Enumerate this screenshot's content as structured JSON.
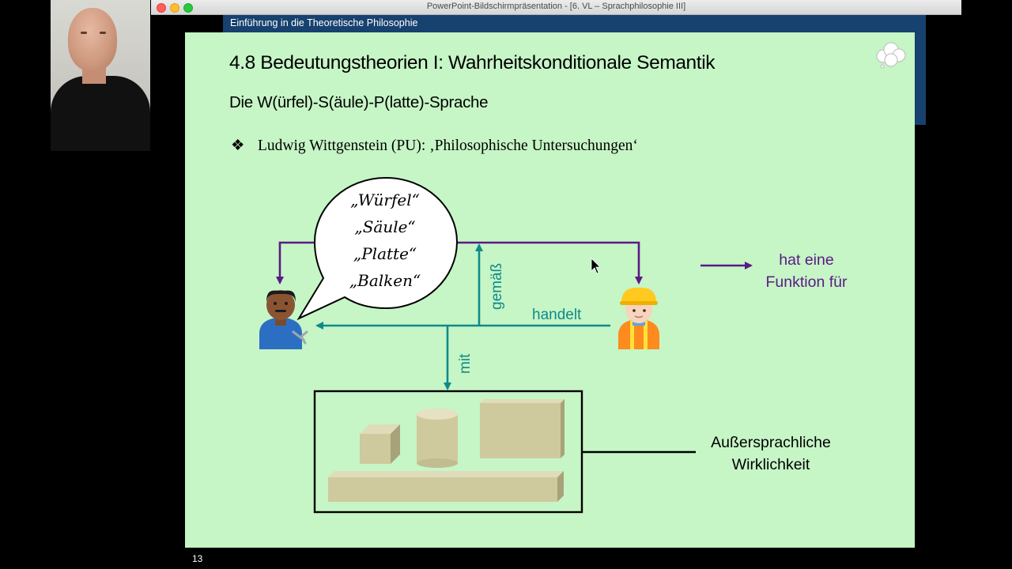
{
  "window": {
    "title": "PowerPoint-Bildschirmpräsentation - [6. VL – Sprachphilosophie III]"
  },
  "slide": {
    "header": "Einführung in die Theoretische Philosophie",
    "title": "4.8 Bedeutungstheorien I: Wahrheitskonditionale Semantik",
    "subtitle": "Die W(ürfel)-S(äule)-P(latte)-Sprache",
    "bullet_mark": "❖",
    "bullet": "Ludwig Wittgenstein (PU): ‚Philosophische Untersuchungen‘",
    "bubble_words": [
      "„Würfel“",
      "„Säule“",
      "„Platte“",
      "„Balken“"
    ],
    "labels": {
      "gemaess": "gemäß",
      "handelt": "handelt",
      "mit": "mit"
    },
    "legend": {
      "line1": "hat eine",
      "line2": "Funktion für"
    },
    "reality": {
      "line1": "Außersprachliche",
      "line2": "Wirklichkeit"
    },
    "page_number": "13"
  },
  "colors": {
    "slide_bg": "#c6f5c6",
    "header_bar": "#17416f",
    "teal": "#0f8a8a",
    "purple": "#5a1a86",
    "block": "#cfc99e"
  },
  "icons": [
    "close-dot",
    "minimize-dot",
    "zoom-dot",
    "thought-cloud-icon",
    "mechanic-emoji",
    "construction-worker-emoji"
  ]
}
